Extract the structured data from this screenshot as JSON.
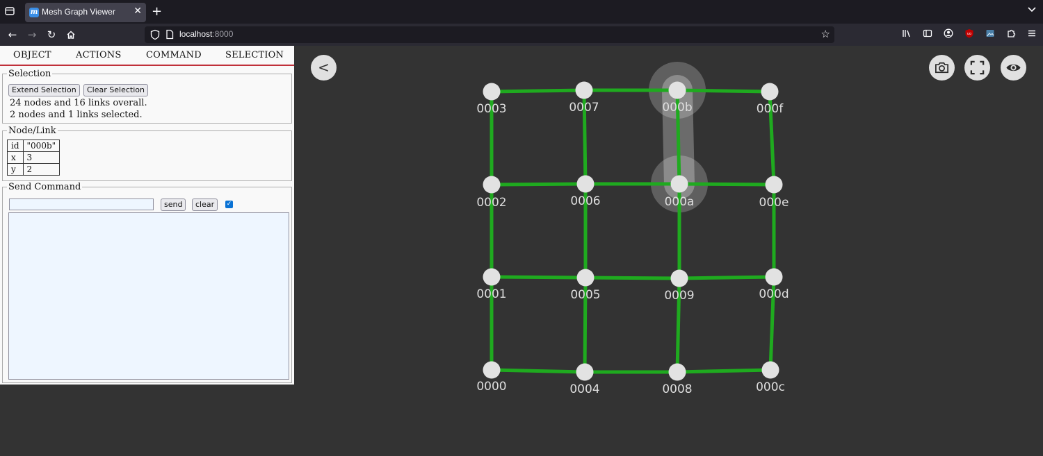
{
  "browser": {
    "tab_title": "Mesh Graph Viewer",
    "favicon_letter": "m",
    "url_host": "localhost",
    "url_port": ":8000"
  },
  "panel": {
    "tabs": [
      "OBJECT",
      "ACTIONS",
      "COMMAND",
      "SELECTION"
    ],
    "selection": {
      "legend": "Selection",
      "extend_label": "Extend Selection",
      "clear_label": "Clear Selection",
      "overall_text": "24 nodes and 16 links overall.",
      "selected_text": "2 nodes and 1 links selected."
    },
    "nodelink": {
      "legend": "Node/Link",
      "rows": [
        {
          "key": "id",
          "value": "\"000b\""
        },
        {
          "key": "x",
          "value": "3"
        },
        {
          "key": "y",
          "value": "2"
        }
      ]
    },
    "command": {
      "legend": "Send Command",
      "input_value": "",
      "send_label": "send",
      "clear_label": "clear",
      "checkbox_checked": true,
      "output_text": ""
    }
  },
  "graph_toolbar": {
    "back_label": "<",
    "icons": [
      "camera-icon",
      "fullscreen-icon",
      "eye-icon"
    ]
  },
  "graph": {
    "node_color": "#e2e2e2",
    "link_color": "#1faa1f",
    "highlight_color": "#ffffff",
    "selected_nodes": [
      "000b",
      "000a"
    ],
    "selected_links": [
      [
        "000a",
        "000b"
      ]
    ],
    "nodes": [
      {
        "id": "0000"
      },
      {
        "id": "0001"
      },
      {
        "id": "0002"
      },
      {
        "id": "0003"
      },
      {
        "id": "0004"
      },
      {
        "id": "0005"
      },
      {
        "id": "0006"
      },
      {
        "id": "0007"
      },
      {
        "id": "0008"
      },
      {
        "id": "0009"
      },
      {
        "id": "000a"
      },
      {
        "id": "000b"
      },
      {
        "id": "000c"
      },
      {
        "id": "000d"
      },
      {
        "id": "000e"
      },
      {
        "id": "000f"
      }
    ],
    "links": [
      [
        "0000",
        "0001"
      ],
      [
        "0001",
        "0002"
      ],
      [
        "0002",
        "0003"
      ],
      [
        "0004",
        "0005"
      ],
      [
        "0005",
        "0006"
      ],
      [
        "0006",
        "0007"
      ],
      [
        "0008",
        "0009"
      ],
      [
        "0009",
        "000a"
      ],
      [
        "000a",
        "000b"
      ],
      [
        "000c",
        "000d"
      ],
      [
        "000d",
        "000e"
      ],
      [
        "000e",
        "000f"
      ],
      [
        "0000",
        "0004"
      ],
      [
        "0004",
        "0008"
      ],
      [
        "0008",
        "000c"
      ],
      [
        "0001",
        "0005"
      ],
      [
        "0005",
        "0009"
      ],
      [
        "0009",
        "000d"
      ],
      [
        "0002",
        "0006"
      ],
      [
        "0006",
        "000a"
      ],
      [
        "000a",
        "000e"
      ],
      [
        "0003",
        "0007"
      ],
      [
        "0007",
        "000b"
      ],
      [
        "000b",
        "000f"
      ]
    ]
  }
}
